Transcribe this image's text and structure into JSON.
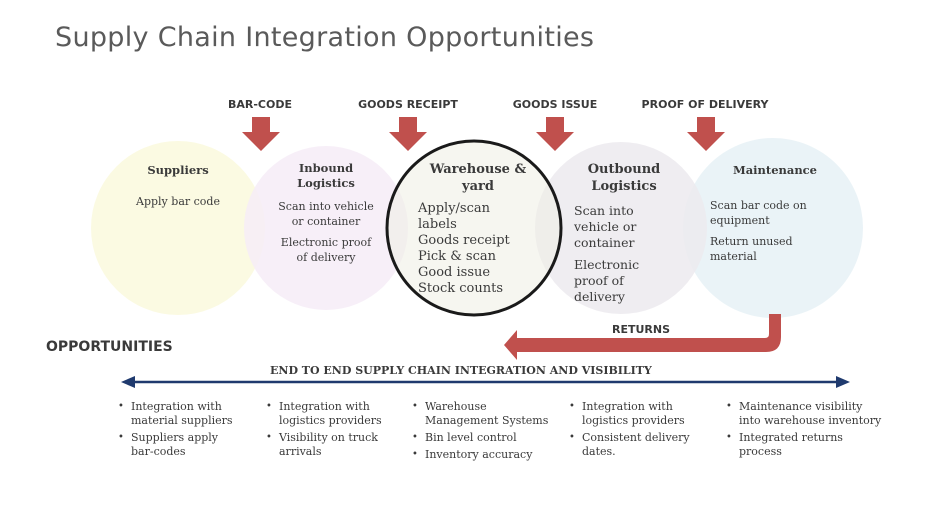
{
  "title": "Supply Chain Integration Opportunities",
  "stages": [
    "BAR-CODE",
    "GOODS RECEIPT",
    "GOODS ISSUE",
    "PROOF OF DELIVERY"
  ],
  "circles": {
    "suppliers": {
      "title": "Suppliers",
      "lines": [
        "Apply bar code"
      ],
      "color": "#fbfae0"
    },
    "inbound": {
      "title_lines": [
        "Inbound",
        "Logistics"
      ],
      "paras": [
        "Scan into vehicle",
        "or container",
        "Electronic proof",
        "of delivery"
      ],
      "color": "#f6ecf7"
    },
    "warehouse": {
      "title_lines": [
        "Warehouse &",
        "yard"
      ],
      "lines": [
        "Apply/scan",
        "labels",
        "Goods receipt",
        "Pick & scan",
        "Good issue",
        "Stock counts"
      ],
      "color": "#efefe4"
    },
    "outbound": {
      "title_lines": [
        "Outbound",
        "Logistics"
      ],
      "lines": [
        "Scan into",
        "vehicle or",
        "container",
        "Electronic",
        "proof of",
        "delivery"
      ],
      "color": "#eceaef"
    },
    "maintenance": {
      "title": "Maintenance",
      "lines": [
        "Scan bar code on",
        "equipment",
        "Return unused",
        "material"
      ],
      "color": "#e9f2f7"
    }
  },
  "returns_label": "RETURNS",
  "opportunities_heading": "OPPORTUNITIES",
  "e2e_label": "END TO END SUPPLY CHAIN INTEGRATION AND VISIBILITY",
  "opportunity_columns": [
    [
      "Integration with material suppliers",
      "Suppliers apply bar-codes"
    ],
    [
      "Integration with logistics providers",
      "Visibility on truck arrivals"
    ],
    [
      "Warehouse Management Systems",
      "Bin level control",
      "Inventory accuracy"
    ],
    [
      "Integration with logistics providers",
      "Consistent delivery dates."
    ],
    [
      "Maintenance visibility into warehouse inventory",
      "Integrated returns process"
    ]
  ],
  "colors": {
    "arrow_red": "#c0504d",
    "line_blue": "#1f3a6e",
    "outline": "#1a1a1a"
  }
}
